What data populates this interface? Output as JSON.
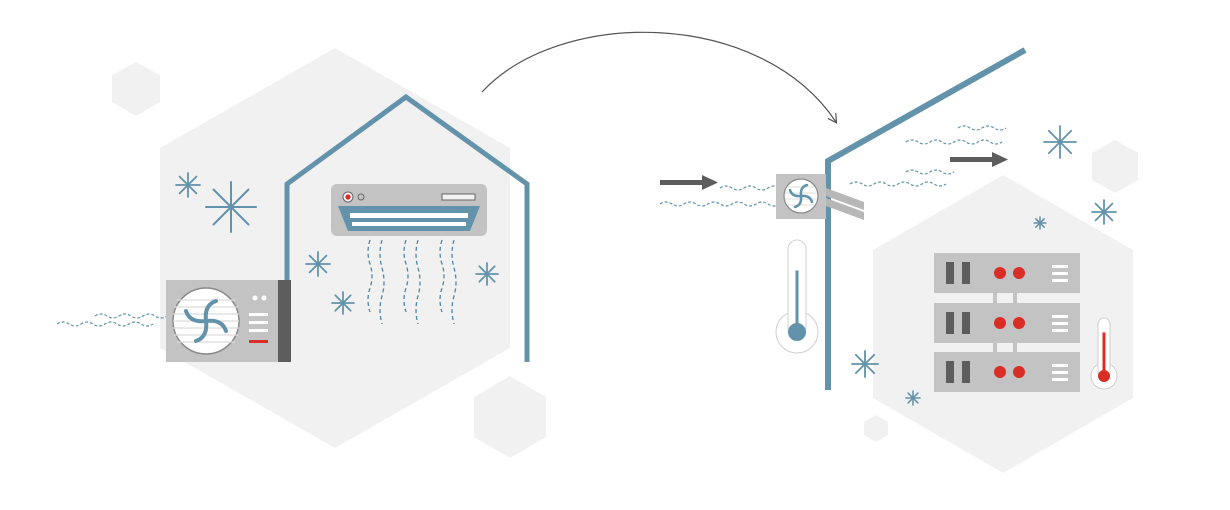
{
  "colors": {
    "background": "#ffffff",
    "hexagon_fill": "#f1f1f1",
    "structure_blue": "#6393ab",
    "unit_gray": "#c3c3c3",
    "dark_gray": "#5d5d5d",
    "accent_red": "#d92e25",
    "air_line": "#4f86a3"
  },
  "icons": [
    "hexagon-shape",
    "house-outline-icon",
    "outdoor-ac-unit-icon",
    "indoor-ac-unit-icon",
    "snowflake-icon",
    "curved-arrow-icon",
    "arrow-right-icon",
    "wall-fan-unit-icon",
    "thermometer-cold-icon",
    "thermometer-hot-icon",
    "server-rack-icon"
  ],
  "thermometers": {
    "outside_level": 0.72,
    "server_room_level": 0.8
  },
  "server_rack": {
    "unit_count": 3
  }
}
